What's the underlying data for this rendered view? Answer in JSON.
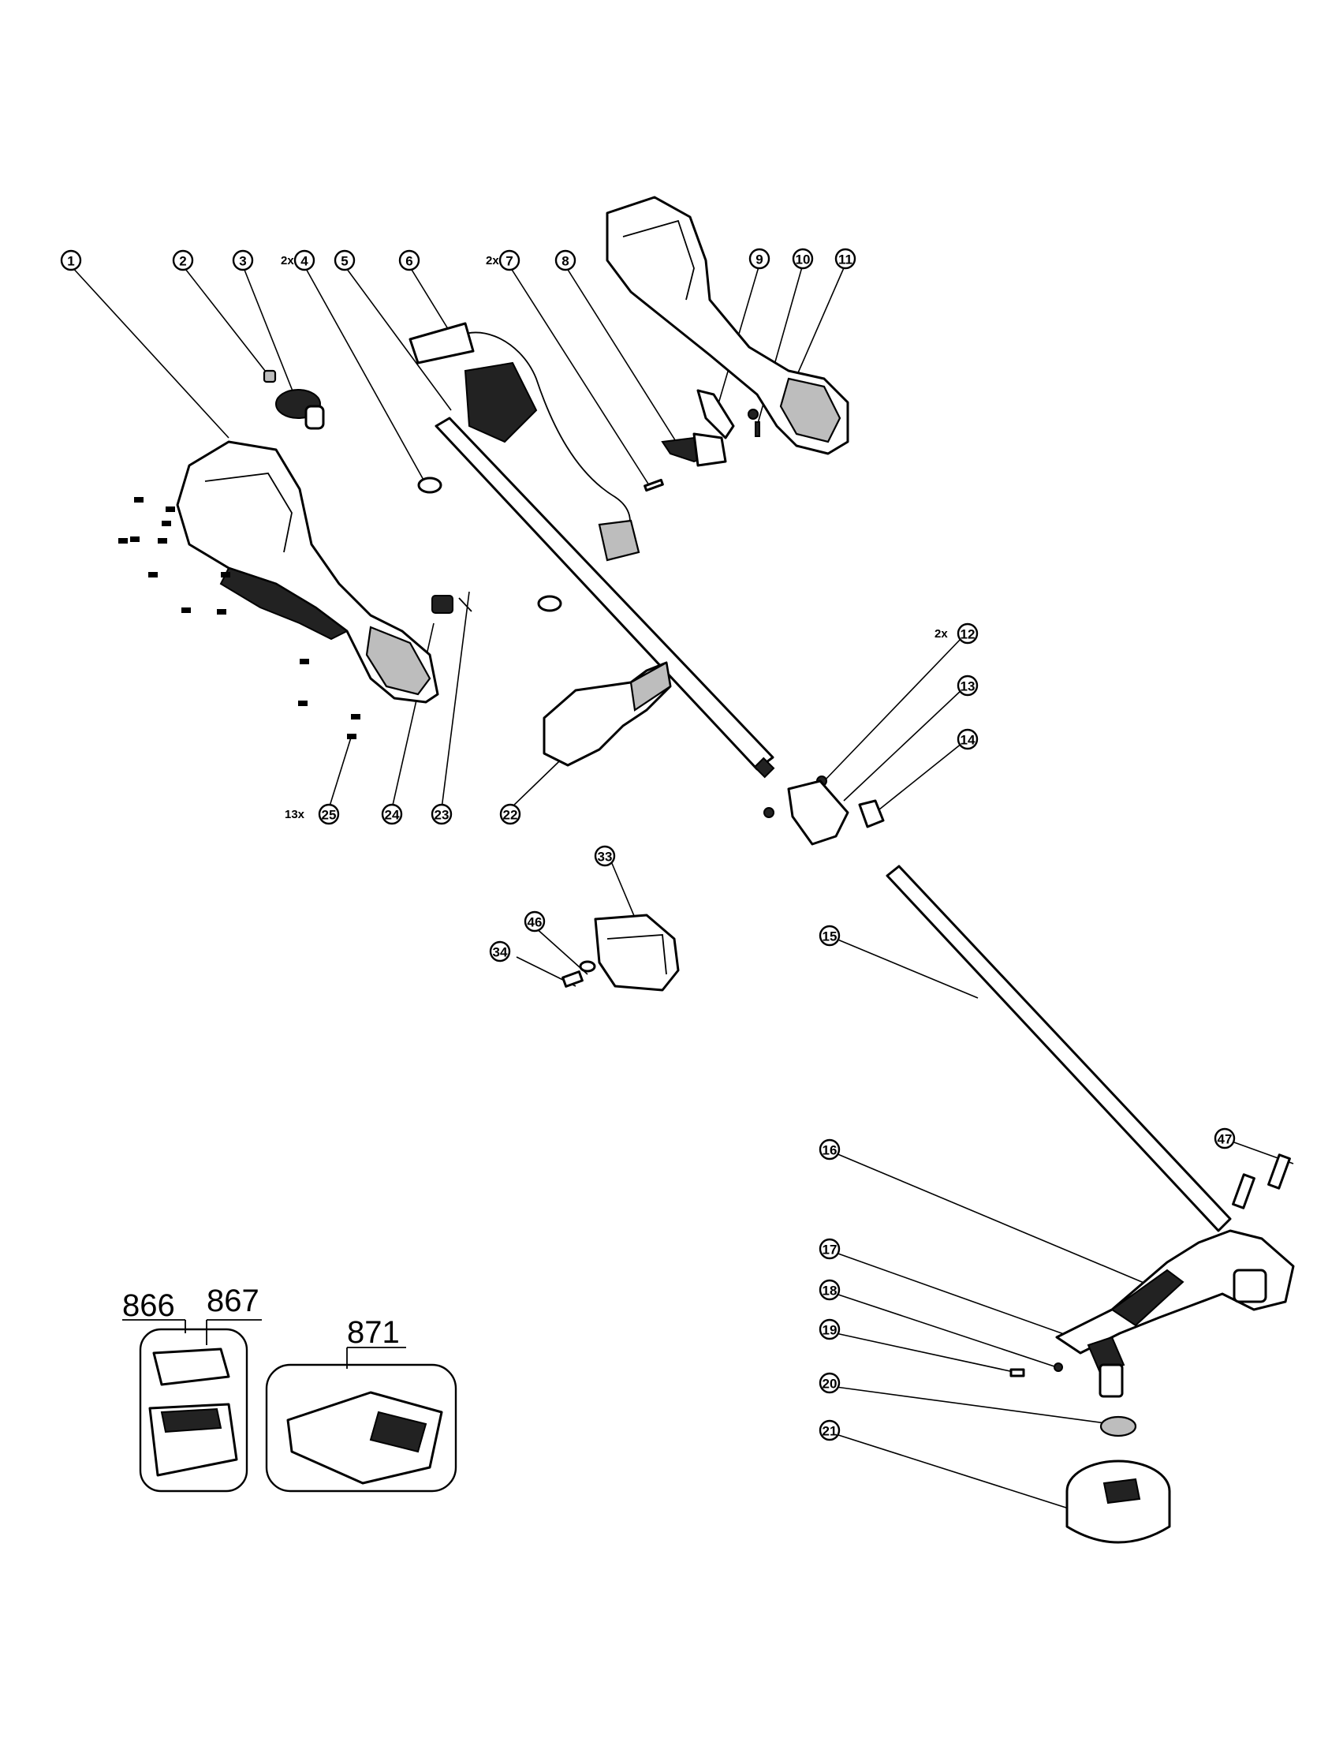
{
  "callouts": [
    {
      "id": "c1",
      "label": "1"
    },
    {
      "id": "c2",
      "label": "2"
    },
    {
      "id": "c3",
      "label": "3"
    },
    {
      "id": "c4",
      "label": "4",
      "qty": "2x"
    },
    {
      "id": "c5",
      "label": "5"
    },
    {
      "id": "c6",
      "label": "6"
    },
    {
      "id": "c7",
      "label": "7",
      "qty": "2x"
    },
    {
      "id": "c8",
      "label": "8"
    },
    {
      "id": "c9",
      "label": "9"
    },
    {
      "id": "c10",
      "label": "10"
    },
    {
      "id": "c11",
      "label": "11"
    },
    {
      "id": "c12",
      "label": "12",
      "qty": "2x"
    },
    {
      "id": "c13",
      "label": "13"
    },
    {
      "id": "c14",
      "label": "14"
    },
    {
      "id": "c15",
      "label": "15"
    },
    {
      "id": "c16",
      "label": "16"
    },
    {
      "id": "c17",
      "label": "17"
    },
    {
      "id": "c18",
      "label": "18"
    },
    {
      "id": "c19",
      "label": "19"
    },
    {
      "id": "c20",
      "label": "20"
    },
    {
      "id": "c21",
      "label": "21"
    },
    {
      "id": "c22",
      "label": "22"
    },
    {
      "id": "c23",
      "label": "23"
    },
    {
      "id": "c24",
      "label": "24"
    },
    {
      "id": "c25",
      "label": "25",
      "qty": "13x"
    },
    {
      "id": "c33",
      "label": "33"
    },
    {
      "id": "c34",
      "label": "34"
    },
    {
      "id": "c46",
      "label": "46"
    },
    {
      "id": "c47",
      "label": "47"
    }
  ],
  "accessories": {
    "battery_label": "866",
    "cover_label": "867",
    "charger_label": "871"
  }
}
